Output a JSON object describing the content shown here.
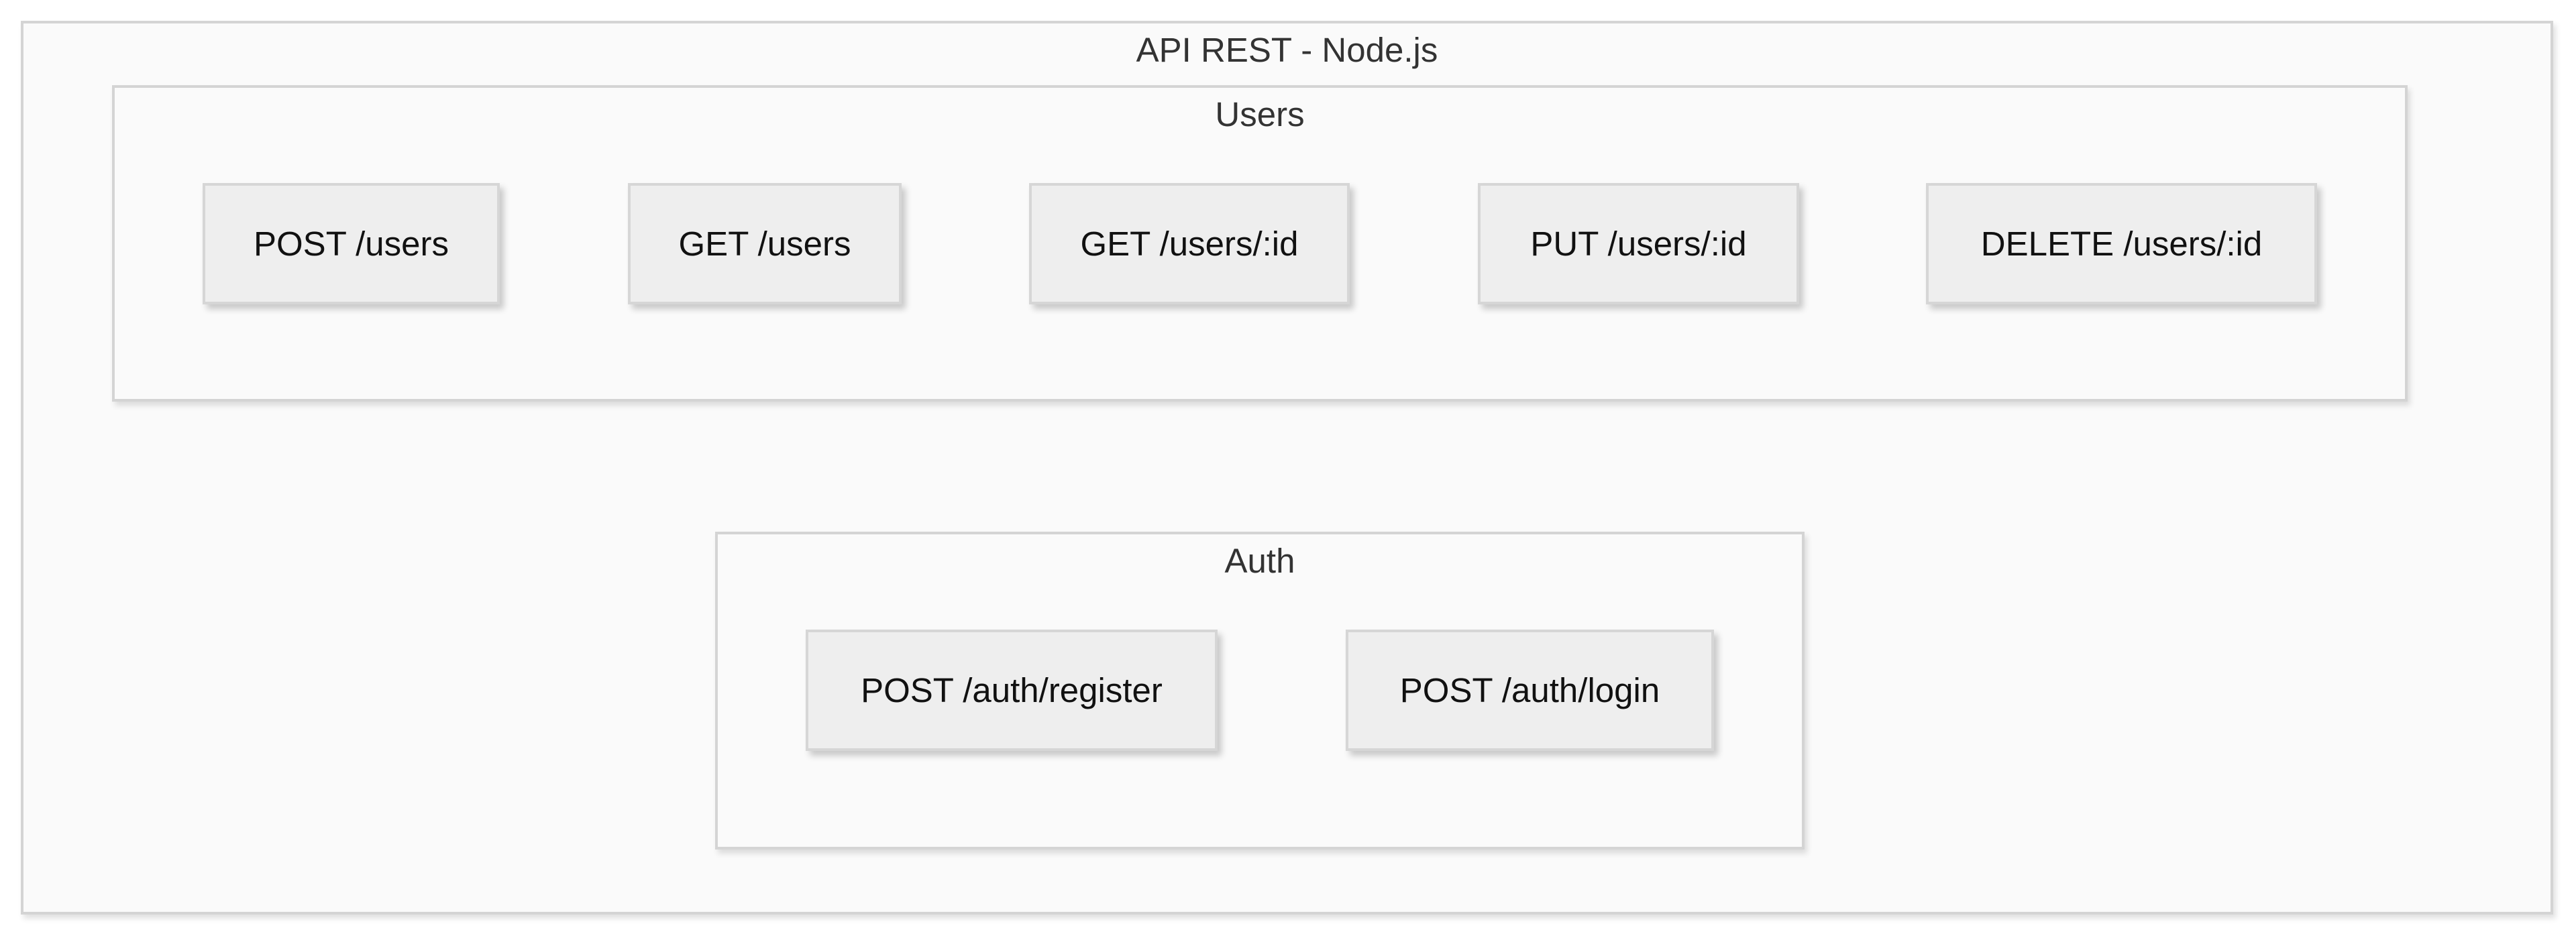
{
  "diagram": {
    "title": "API REST - Node.js",
    "groups": {
      "users": {
        "title": "Users",
        "endpoints": [
          "POST /users",
          "GET /users",
          "GET /users/:id",
          "PUT /users/:id",
          "DELETE /users/:id"
        ]
      },
      "auth": {
        "title": "Auth",
        "endpoints": [
          "POST /auth/register",
          "POST /auth/login"
        ]
      }
    }
  }
}
